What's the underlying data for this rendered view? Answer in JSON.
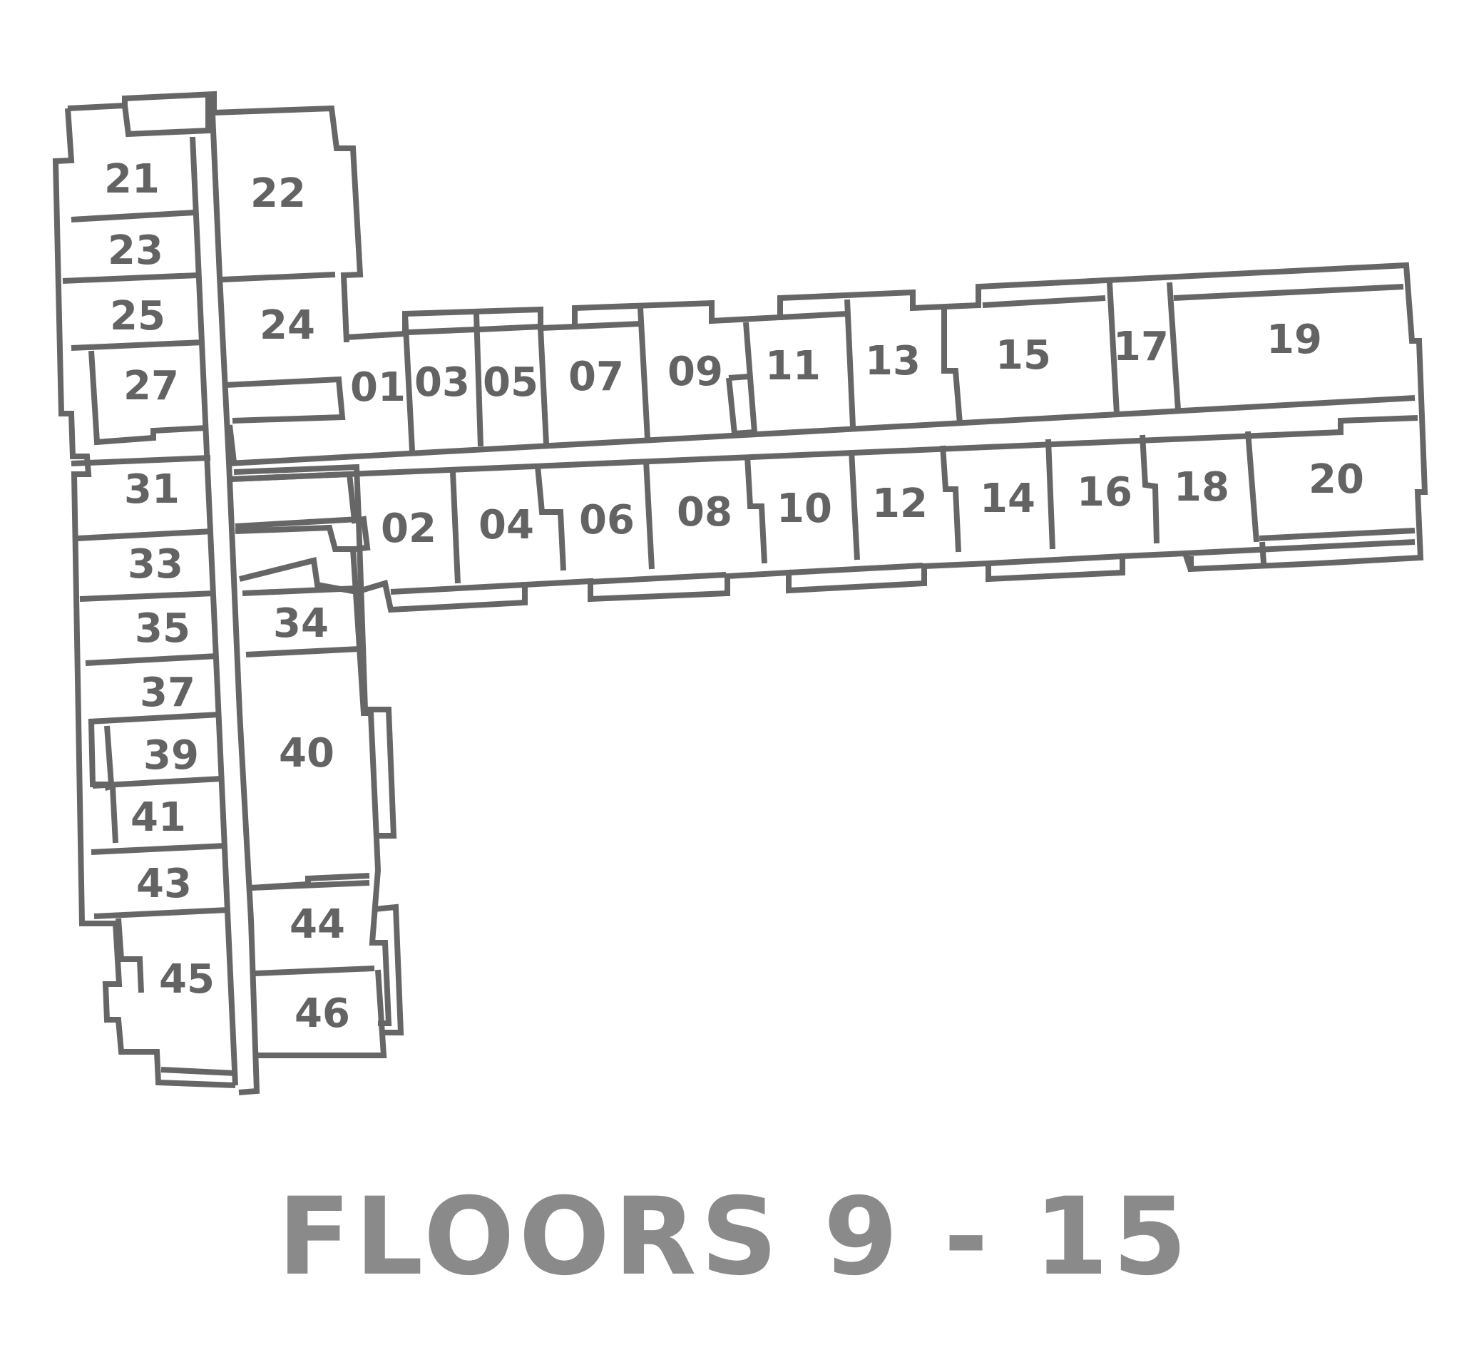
{
  "title": "FLOORS 9 - 15",
  "colors": {
    "walls": "#666666",
    "unit_labels": "#636363",
    "title": "#8a8a8a",
    "background": "#ffffff"
  },
  "units": [
    {
      "id": "21"
    },
    {
      "id": "22"
    },
    {
      "id": "23"
    },
    {
      "id": "24"
    },
    {
      "id": "25"
    },
    {
      "id": "27"
    },
    {
      "id": "31"
    },
    {
      "id": "33"
    },
    {
      "id": "34"
    },
    {
      "id": "35"
    },
    {
      "id": "37"
    },
    {
      "id": "39"
    },
    {
      "id": "40"
    },
    {
      "id": "41"
    },
    {
      "id": "43"
    },
    {
      "id": "44"
    },
    {
      "id": "45"
    },
    {
      "id": "46"
    },
    {
      "id": "01"
    },
    {
      "id": "03"
    },
    {
      "id": "05"
    },
    {
      "id": "07"
    },
    {
      "id": "09"
    },
    {
      "id": "11"
    },
    {
      "id": "13"
    },
    {
      "id": "15"
    },
    {
      "id": "17"
    },
    {
      "id": "19"
    },
    {
      "id": "02"
    },
    {
      "id": "04"
    },
    {
      "id": "06"
    },
    {
      "id": "08"
    },
    {
      "id": "10"
    },
    {
      "id": "12"
    },
    {
      "id": "14"
    },
    {
      "id": "16"
    },
    {
      "id": "18"
    },
    {
      "id": "20"
    }
  ]
}
